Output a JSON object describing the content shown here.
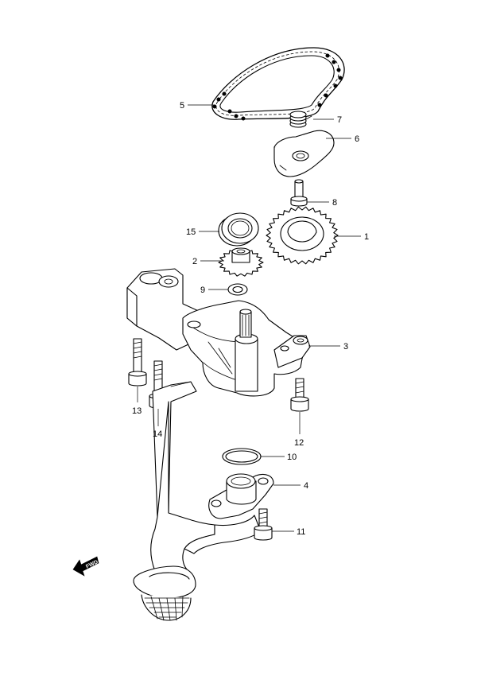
{
  "arrow": {
    "label": "FWD"
  },
  "callouts": [
    {
      "id": "5",
      "label": "5"
    },
    {
      "id": "7",
      "label": "7"
    },
    {
      "id": "6",
      "label": "6"
    },
    {
      "id": "8",
      "label": "8"
    },
    {
      "id": "15",
      "label": "15"
    },
    {
      "id": "1",
      "label": "1"
    },
    {
      "id": "2",
      "label": "2"
    },
    {
      "id": "9",
      "label": "9"
    },
    {
      "id": "3",
      "label": "3"
    },
    {
      "id": "13",
      "label": "13"
    },
    {
      "id": "14",
      "label": "14"
    },
    {
      "id": "12",
      "label": "12"
    },
    {
      "id": "10",
      "label": "10"
    },
    {
      "id": "4",
      "label": "4"
    },
    {
      "id": "11",
      "label": "11"
    }
  ]
}
